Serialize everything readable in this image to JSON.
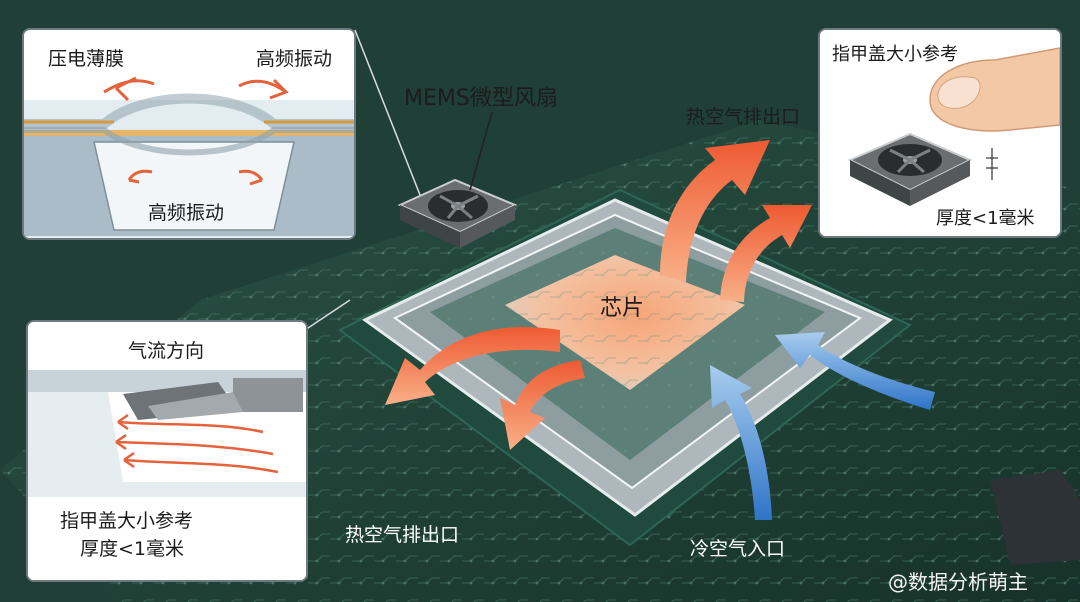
{
  "labels": {
    "mems_fan": "MEMS微型风扇",
    "hot_air_top": "热空气排出口",
    "chip": "芯片",
    "hot_air_bottom": "热空气排出口",
    "cold_air": "冷空气入口"
  },
  "panel_membrane": {
    "piezo_film": "压电薄膜",
    "high_freq_top": "高频振动",
    "high_freq_bottom": "高频振动"
  },
  "panel_airflow": {
    "title": "气流方向",
    "ref_line1": "指甲盖大小参考",
    "ref_line2": "厚度<1毫米"
  },
  "panel_size": {
    "title": "指甲盖大小参考",
    "thickness": "厚度<1毫米"
  },
  "watermark": "@数据分析萌主",
  "colors": {
    "board": "#1d3b33",
    "hot_arrow": "#f06a3a",
    "cold_arrow": "#5b9bd8",
    "chip_glow": "#f7b48c"
  }
}
